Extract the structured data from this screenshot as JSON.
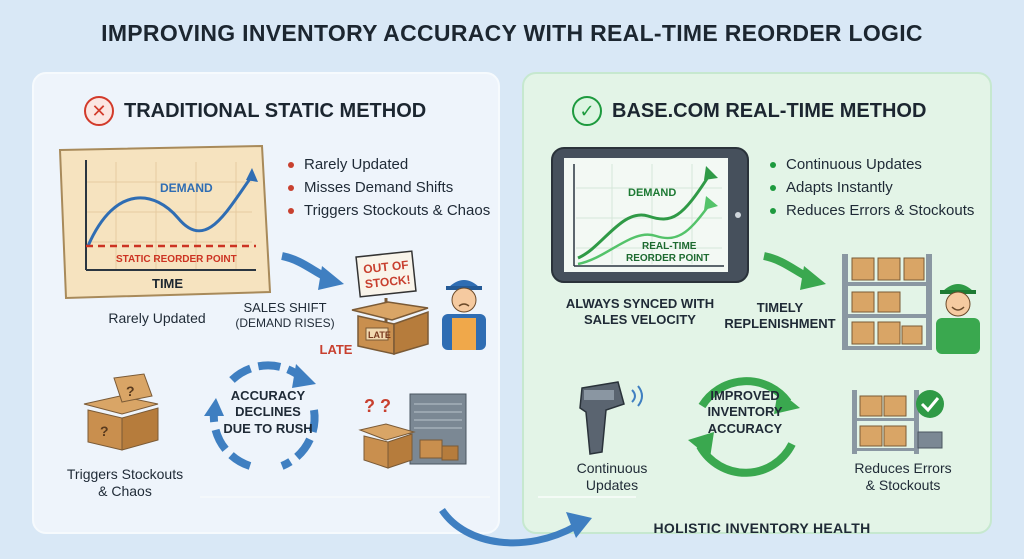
{
  "title": "IMPROVING INVENTORY ACCURACY WITH REAL-TIME REORDER LOGIC",
  "colors": {
    "bad": "#d23a2a",
    "good": "#1d9a3e",
    "arrow_blue": "#3f7fc1",
    "arrow_green": "#3aa84f"
  },
  "left": {
    "heading": "TRADITIONAL STATIC METHOD",
    "status_icon": "x-icon",
    "bullets": [
      "Rarely Updated",
      "Misses Demand Shifts",
      "Triggers Stockouts & Chaos"
    ],
    "chart": {
      "demand_label": "DEMAND",
      "reorder_label": "STATIC REORDER POINT",
      "x_label": "TIME"
    },
    "chart_caption": "Rarely Updated",
    "shift_label_1": "SALES SHIFT",
    "shift_label_2": "(DEMAND RISES)",
    "sign_line1": "OUT OF",
    "sign_line2": "STOCK!",
    "box_label": "LATE",
    "late_label": "LATE",
    "cycle_label": [
      "ACCURACY",
      "DECLINES",
      "DUE TO RUSH"
    ],
    "question_marks": "? ?",
    "bottom_caption_1": "Triggers Stockouts",
    "bottom_caption_2": "& Chaos"
  },
  "right": {
    "heading": "BASE.COM REAL-TIME METHOD",
    "status_icon": "check-icon",
    "bullets": [
      "Continuous Updates",
      "Adapts Instantly",
      "Reduces Errors & Stockouts"
    ],
    "chart": {
      "demand_label": "DEMAND",
      "reorder_label_1": "REAL-TIME",
      "reorder_label_2": "REORDER POINT"
    },
    "sync_label_1": "ALWAYS SYNCED WITH",
    "sync_label_2": "SALES VELOCITY",
    "timely_1": "TIMELY",
    "timely_2": "REPLENISHMENT",
    "cycle_label": [
      "IMPROVED",
      "INVENTORY",
      "ACCURACY"
    ],
    "scanner_caption_1": "Continuous",
    "scanner_caption_2": "Updates",
    "reduce_caption_1": "Reduces Errors",
    "reduce_caption_2": "& Stockouts",
    "footer": "HOLISTIC INVENTORY HEALTH"
  }
}
